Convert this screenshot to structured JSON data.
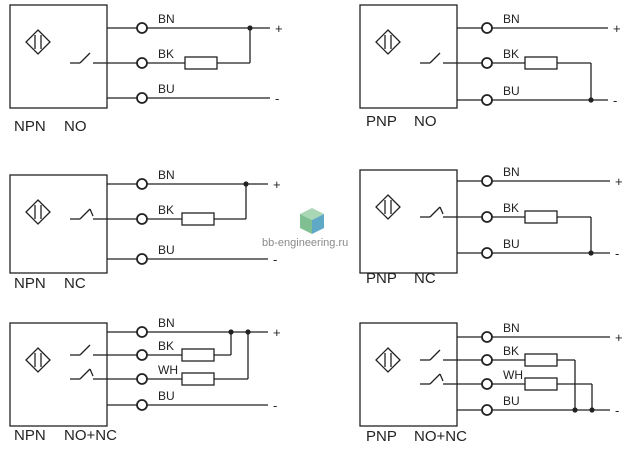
{
  "watermark": {
    "text": "bb-engineering.ru",
    "icon": "cube-icon"
  },
  "diagrams": [
    {
      "id": "npn-no",
      "type": "NPN",
      "mode": "NO",
      "switch": "no",
      "wires": [
        {
          "label": "BN",
          "polarity": "+"
        },
        {
          "label": "BK"
        },
        {
          "label": "BU",
          "polarity": "-"
        }
      ],
      "load": {
        "from": "BK",
        "to": "BN"
      }
    },
    {
      "id": "pnp-no",
      "type": "PNP",
      "mode": "NO",
      "switch": "no",
      "wires": [
        {
          "label": "BN",
          "polarity": "+"
        },
        {
          "label": "BK"
        },
        {
          "label": "BU",
          "polarity": "-"
        }
      ],
      "load": {
        "from": "BK",
        "to": "BU"
      }
    },
    {
      "id": "npn-nc",
      "type": "NPN",
      "mode": "NC",
      "switch": "nc",
      "wires": [
        {
          "label": "BN",
          "polarity": "+"
        },
        {
          "label": "BK"
        },
        {
          "label": "BU",
          "polarity": "-"
        }
      ],
      "load": {
        "from": "BK",
        "to": "BN"
      }
    },
    {
      "id": "pnp-nc",
      "type": "PNP",
      "mode": "NC",
      "switch": "nc",
      "wires": [
        {
          "label": "BN",
          "polarity": "+"
        },
        {
          "label": "BK"
        },
        {
          "label": "BU",
          "polarity": "-"
        }
      ],
      "load": {
        "from": "BK",
        "to": "BU"
      }
    },
    {
      "id": "npn-nonc",
      "type": "NPN",
      "mode": "NO+NC",
      "switch": "both",
      "wires": [
        {
          "label": "BN",
          "polarity": "+"
        },
        {
          "label": "BK"
        },
        {
          "label": "WH"
        },
        {
          "label": "BU",
          "polarity": "-"
        }
      ],
      "load": {
        "from": "BK",
        "to": "BN"
      }
    },
    {
      "id": "pnp-nonc",
      "type": "PNP",
      "mode": "NO+NC",
      "switch": "both",
      "wires": [
        {
          "label": "BN",
          "polarity": "+"
        },
        {
          "label": "BK"
        },
        {
          "label": "WH"
        },
        {
          "label": "BU",
          "polarity": "-"
        }
      ],
      "load": {
        "from": "BK",
        "to": "BU"
      }
    }
  ]
}
